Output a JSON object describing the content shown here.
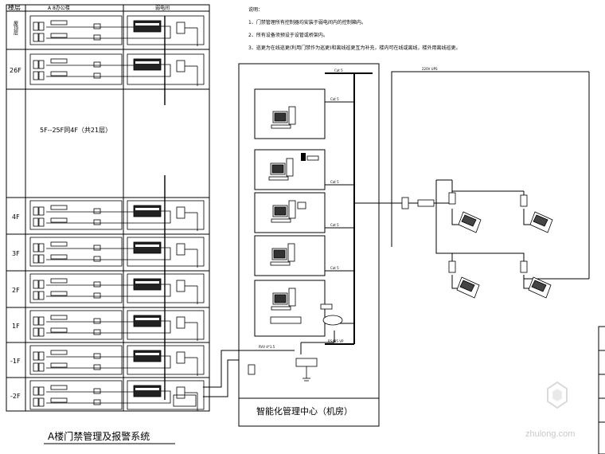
{
  "table": {
    "col_floor": "楼层",
    "col_office": "A 8办公楼",
    "col_weak": "弱电间",
    "floors": [
      "屋顶层",
      "26F",
      "4F",
      "3F",
      "2F",
      "1F",
      "-1F",
      "-2F"
    ],
    "mid_label": "5F--25F同4F（共21层）",
    "title": "A楼门禁管理及报警系统"
  },
  "notes": {
    "heading": "说明：",
    "items": [
      "1、门禁管理所有控制器均安装于弱电间内的控制箱内。",
      "2、所有设备须预设于设管或桥架内。",
      "3、巡更为在线巡更(利用门禁作为巡更)和离线巡更互为补充，楼内可在线或离线，楼外用离线巡更。"
    ]
  },
  "center": {
    "title": "智能化管理中心（机房）"
  },
  "watermark": "zhulong.com"
}
